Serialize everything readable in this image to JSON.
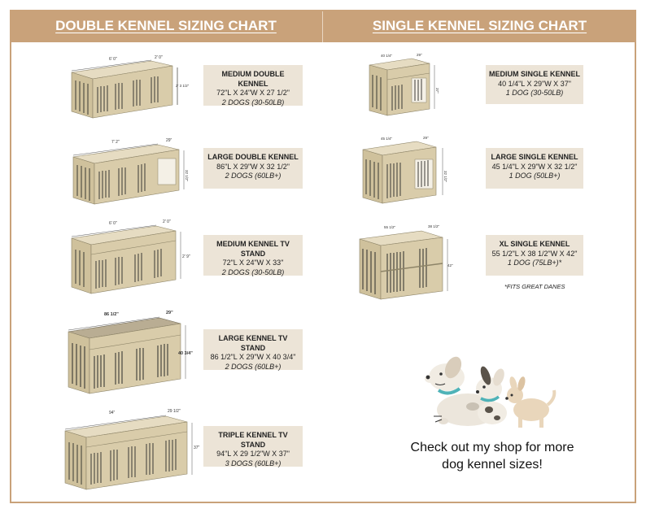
{
  "headers": {
    "double": "DOUBLE KENNEL SIZING CHART",
    "single": "SINGLE KENNEL SIZING CHART"
  },
  "double_kennels": [
    {
      "name": "MEDIUM DOUBLE KENNEL",
      "dims": "72\"L X 24\"W X 27 1/2\"",
      "dogs": "2 DOGS (30-50LB)",
      "dim_top": "6' 0\"",
      "dim_depth": "2' 0\"",
      "dim_h": "2' 3 1/2\""
    },
    {
      "name": "LARGE DOUBLE KENNEL",
      "dims": "86\"L X 29\"W X 32 1/2\"",
      "dogs": "2 DOGS (60LB+)",
      "dim_top": "7' 2\"",
      "dim_depth": "29\"",
      "dim_h": "32 1/2\""
    },
    {
      "name": "MEDIUM KENNEL TV STAND",
      "dims": "72\"L X 24\"W X 33\"",
      "dogs": "2 DOGS (30-50LB)",
      "dim_top": "6' 0\"",
      "dim_depth": "2' 0\"",
      "dim_h": "2' 9\""
    },
    {
      "name": "LARGE KENNEL TV STAND",
      "dims": "86 1/2\"L X 29\"W X 40 3/4\"",
      "dogs": "2 DOGS (60LB+)",
      "dim_top": "86 1/2\"",
      "dim_depth": "29\"",
      "dim_h": "40 3/4\""
    },
    {
      "name": "TRIPLE KENNEL TV STAND",
      "dims": "94\"L X 29 1/2\"W X 37\"",
      "dogs": "3 DOGS (60LB+)",
      "dim_top": "94\"",
      "dim_depth": "29 1/2\"",
      "dim_h": "37\""
    }
  ],
  "single_kennels": [
    {
      "name": "MEDIUM SINGLE KENNEL",
      "dims": "40 1/4\"L X 29\"W X 37\"",
      "dogs": "1 DOG (30-50LB)",
      "dim_top": "40 1/4\"",
      "dim_depth": "29\"",
      "dim_h": "37\""
    },
    {
      "name": "LARGE SINGLE KENNEL",
      "dims": "45 1/4\"L X 29\"W X 32 1/2\"",
      "dogs": "1 DOG (50LB+)",
      "dim_top": "45 1/4\"",
      "dim_depth": "29\"",
      "dim_h": "32 1/2\""
    },
    {
      "name": "XL SINGLE KENNEL",
      "dims": "55 1/2\"L X 38 1/2\"W X 42\"",
      "dogs": "1 DOG (75LB+)*",
      "dim_top": "55 1/2\"",
      "dim_depth": "38 1/2\"",
      "dim_h": "42\""
    }
  ],
  "footnote": "*FITS GREAT DANES",
  "cta": {
    "line1": "Check out my shop for more",
    "line2": "dog kennel sizes!"
  },
  "colors": {
    "header_band": "#c9a27a",
    "label_bg": "#ece4d7",
    "wood_light": "#d9ccaa",
    "wood_top": "#e6dcc2",
    "bars": "#3b3a35",
    "collar": "#4fb3b8"
  }
}
